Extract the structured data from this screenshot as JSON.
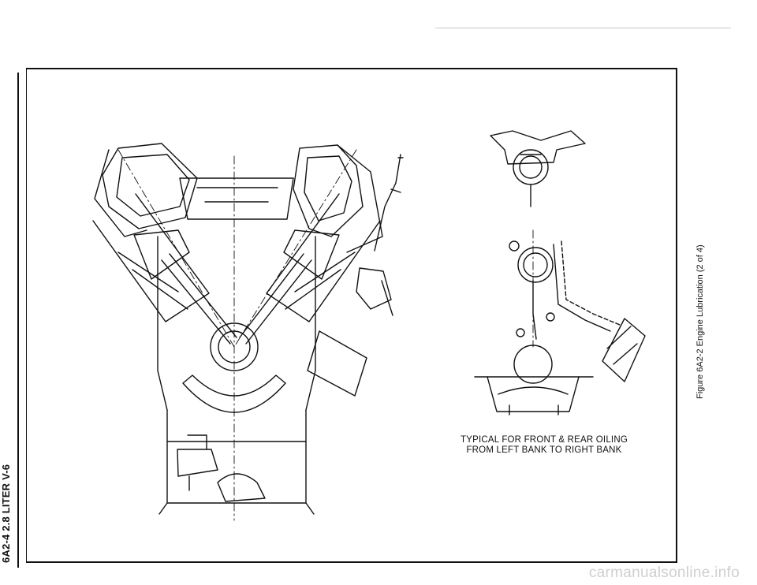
{
  "page_header": "6A2-4  2.8 LITER V-6",
  "figure_caption": "Figure 6A2-2 Engine Lubrication (2 of 4)",
  "diagram": {
    "caption_lines": [
      "TYPICAL FOR FRONT & REAR OILING",
      "FROM LEFT BANK TO RIGHT BANK"
    ]
  },
  "watermark": "carmanualsonline.info"
}
